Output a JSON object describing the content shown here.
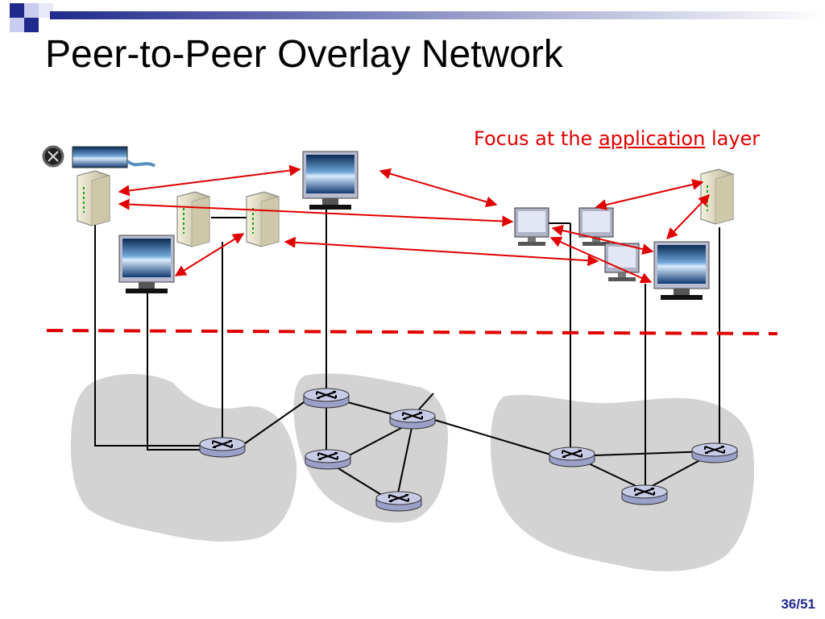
{
  "slide": {
    "title": "Peer-to-Peer Overlay Network",
    "note_prefix": "Focus at the ",
    "note_underlined": "application",
    "note_suffix": " layer",
    "page_number": "36/51"
  },
  "colors": {
    "overlay_link": "#e00000",
    "physical_link": "#000000",
    "cloud": "#d3d3d3",
    "title_bar_square": "#1f2a8c",
    "page_number": "#1f2a8c"
  },
  "icons": {
    "server": "tower-server-icon",
    "monitor": "monitor-icon",
    "small_pc": "desktop-pc-icon",
    "router": "router-icon",
    "speaker": "speaker-icon"
  }
}
